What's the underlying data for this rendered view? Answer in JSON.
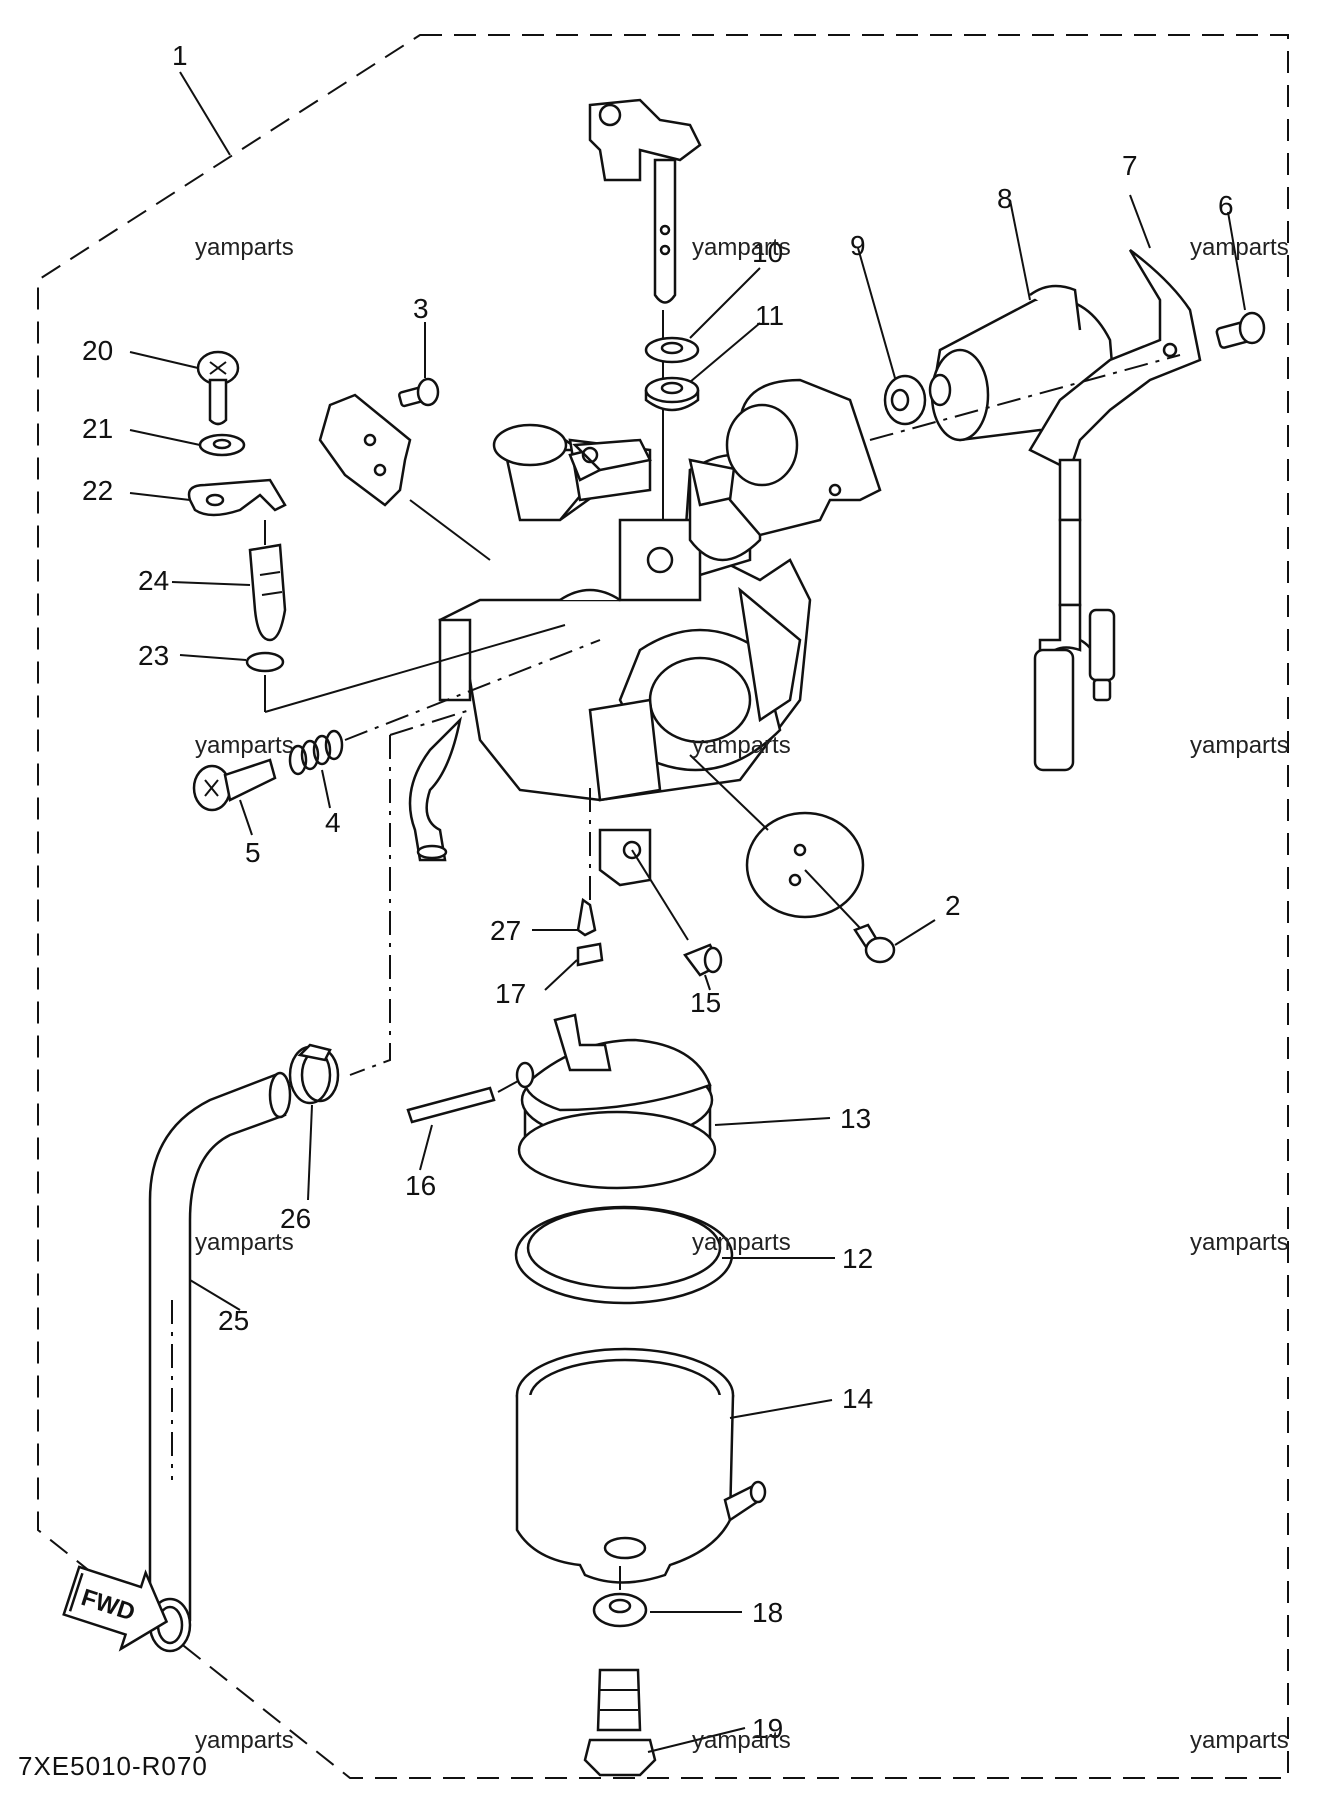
{
  "diagram": {
    "callouts": [
      "1",
      "2",
      "3",
      "4",
      "5",
      "6",
      "7",
      "8",
      "9",
      "10",
      "11",
      "12",
      "13",
      "14",
      "15",
      "16",
      "17",
      "18",
      "19",
      "20",
      "21",
      "22",
      "23",
      "24",
      "25",
      "26",
      "27"
    ],
    "watermark": "yamparts",
    "fwd_label": "FWD",
    "drawing_code": "7XE5010-R070"
  }
}
